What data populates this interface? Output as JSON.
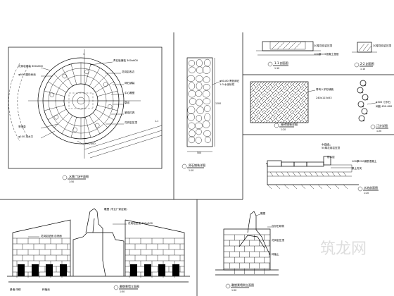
{
  "drawing": {
    "view_titles": {
      "plan": "水景广场平面图",
      "plan_scale": "1:50",
      "cobble": "卵石铺装详图",
      "cobble_scale": "1:10",
      "edge_section": "1-1 剖面图",
      "edge_section_scale": "1:10",
      "edge_section2": "2-2 剖面图",
      "edge_section2_scale": "1:10",
      "brick": "青砖铺装详图",
      "brick_scale": "1:20",
      "stepping": "汀步详图",
      "stepping_scale": "1:20",
      "pool_section": "水池剖面图",
      "pool_section_scale": "1:20",
      "elevation": "雕塑景墙立面图",
      "elevation_scale": "1:50",
      "side_elevation": "雕塑景墙侧立面图",
      "side_elevation_scale": "1:50"
    },
    "plan_callouts": [
      "花岗岩铺装 600x600",
      "φ600 圆形树池",
      "青石板铺装 300x600",
      "花岗岩收边",
      "卵石铺装",
      "中心雕塑",
      "草坪",
      "景观灯具",
      "花岗岩压顶",
      "旱喷泉",
      "φ100 排水口",
      "R=2400",
      "1-1"
    ],
    "cobble_callouts": [
      "φ60-80 黑色卵石",
      "1:3 水泥砂浆"
    ],
    "cobble_dims": [
      "500",
      "1200"
    ],
    "edge_callouts": [
      "30厚花岗岩压顶",
      "100厚C15混凝土垫层"
    ],
    "brick_callouts": [
      "青砖人字形铺装",
      "240x115x53"
    ],
    "stepping_callouts": [
      "φ300 汀步石",
      "间距 450-600"
    ],
    "pool_callouts": [
      "水位线",
      "50厚花岗岩压顶",
      "防水层",
      "100厚C20钢筋混凝土",
      "素土夯实"
    ],
    "elevation_callouts": [
      "雕塑 (专业厂家定制)",
      "花岗岩贴面 自然面",
      "花岗岩压顶 600x300",
      "景墙 砖砌",
      "种植池"
    ],
    "side_callouts": [
      "雕塑",
      "自然石砌筑",
      "花岗岩压顶",
      "种植土"
    ],
    "watermark": "筑龙网"
  }
}
